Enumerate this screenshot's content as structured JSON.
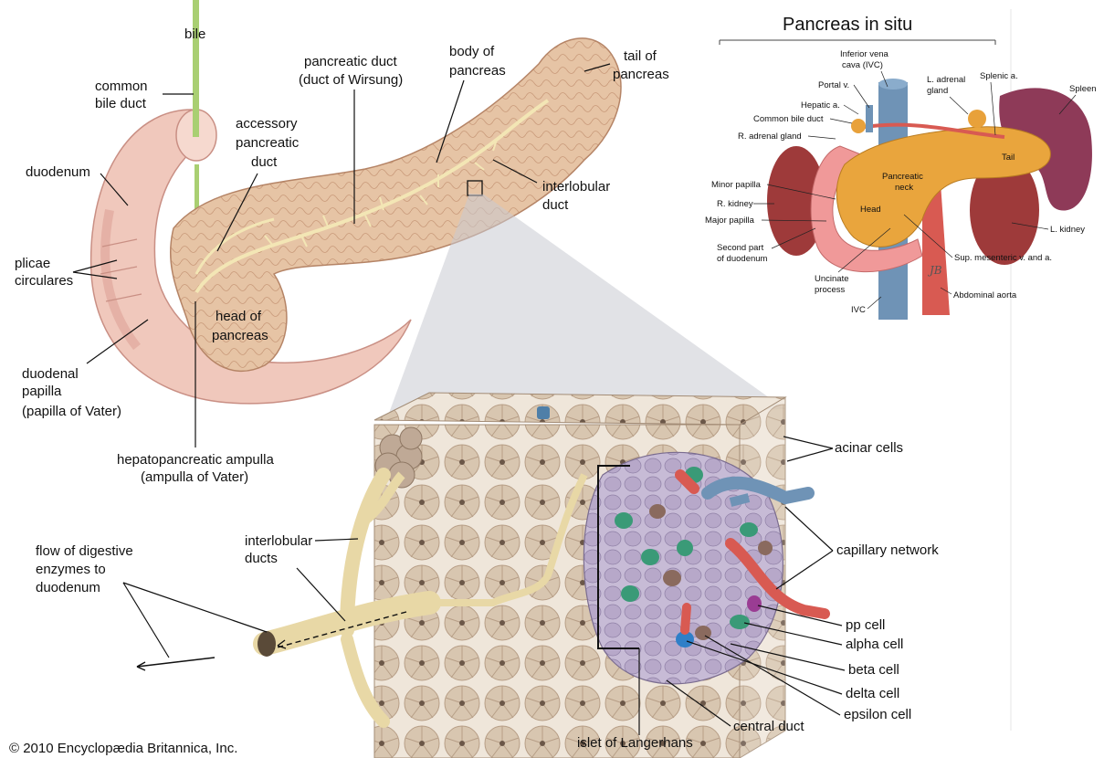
{
  "colors": {
    "pancreas": "#e6c4a5",
    "pancreas_dark": "#c99a7a",
    "duodenum": "#f0c8bc",
    "duct": "#f3e6b5",
    "bile": "#a9cf72",
    "vein": "#6f93b6",
    "artery": "#d85a52",
    "acinar": "#d8c6b0",
    "islet": "#b7a8c9",
    "alpha_cell": "#3a9a77",
    "beta_cell": "#a88fbf",
    "delta_cell": "#2f7fc8",
    "pp_cell": "#9a3c93",
    "epsilon_cell": "#8a6a5e",
    "spleen": "#8e3a58",
    "kidney": "#9e3a3a"
  },
  "main_labels": {
    "bile": "bile",
    "common_bile_duct": [
      "common",
      "bile duct"
    ],
    "duodenum": "duodenum",
    "plicae_circulares": [
      "plicae",
      "circulares"
    ],
    "duodenal_papilla": [
      "duodenal",
      "papilla",
      "(papilla of Vater)"
    ],
    "hepatopancreatic_ampulla": [
      "hepatopancreatic ampulla",
      "(ampulla of Vater)"
    ],
    "accessory_pancreatic_duct": [
      "accessory",
      "pancreatic",
      "duct"
    ],
    "pancreatic_duct": [
      "pancreatic duct",
      "(duct of Wirsung)"
    ],
    "body_of_pancreas": [
      "body of",
      "pancreas"
    ],
    "tail_of_pancreas": [
      "tail of",
      "pancreas"
    ],
    "interlobular_duct": [
      "interlobular",
      "duct"
    ],
    "head_of_pancreas": [
      "head of",
      "pancreas"
    ]
  },
  "inset": {
    "title": "Pancreas in situ",
    "labels": {
      "ivc_top": [
        "Inferior vena",
        "cava (IVC)"
      ],
      "portal_v": "Portal v.",
      "hepatic_a": "Hepatic a.",
      "common_bile_duct": "Common bile duct",
      "r_adrenal_gland": "R. adrenal gland",
      "minor_papilla": "Minor papilla",
      "r_kidney": "R. kidney",
      "major_papilla": "Major papilla",
      "second_part_duodenum": [
        "Second part",
        "of duodenum"
      ],
      "uncinate_process": [
        "Uncinate",
        "process"
      ],
      "ivc_bottom": "IVC",
      "l_adrenal_gland": [
        "L. adrenal",
        "gland"
      ],
      "splenic_a": "Splenic a.",
      "spleen": "Spleen",
      "tail": "Tail",
      "pancreatic_neck": [
        "Pancreatic",
        "neck"
      ],
      "head": "Head",
      "l_kidney": "L. kidney",
      "sup_mesenteric": "Sup. mesenteric v. and a.",
      "abdominal_aorta": "Abdominal aorta",
      "signature": "JB"
    }
  },
  "micro_labels": {
    "acinar_cells": "acinar cells",
    "capillary_network": "capillary network",
    "pp_cell": "pp cell",
    "alpha_cell": "alpha cell",
    "beta_cell": "beta cell",
    "delta_cell": "delta cell",
    "epsilon_cell": "epsilon cell",
    "central_duct": "central duct",
    "islet_of_langerhans": "islet of Langerhans",
    "interlobular_ducts": [
      "interlobular",
      "ducts"
    ],
    "flow_of_enzymes": [
      "flow of digestive",
      "enzymes to",
      "duodenum"
    ]
  },
  "copyright": "© 2010 Encyclopædia Britannica, Inc."
}
